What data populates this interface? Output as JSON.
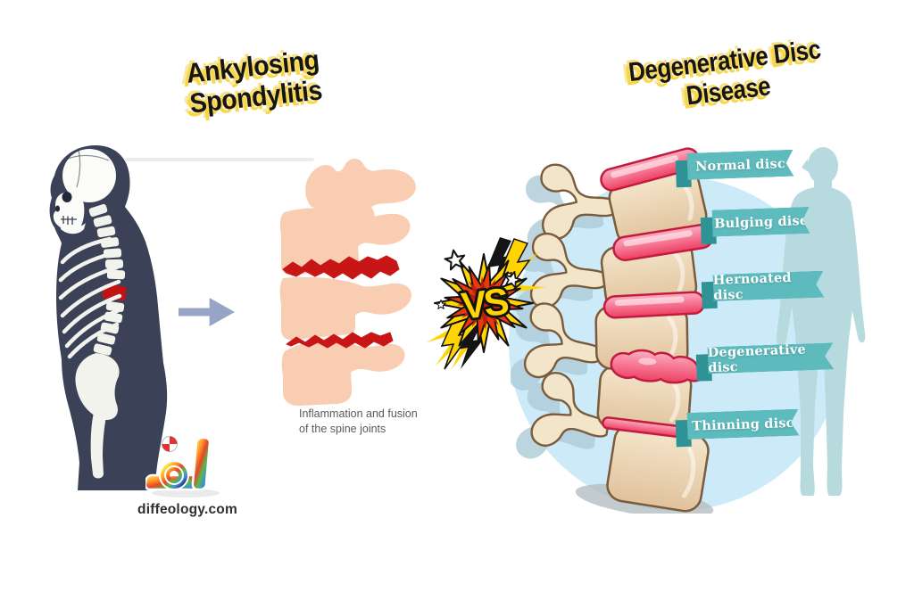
{
  "left_section": {
    "title": {
      "line1": "Ankylosing",
      "line2": "Spondylitis"
    },
    "caption": {
      "line1": "Inflammation and fusion",
      "line2": "of the spine joints"
    }
  },
  "vs_badge": {
    "label": "VS"
  },
  "right_section": {
    "title": {
      "line1": "Degenerative Disc",
      "line2": "Disease"
    },
    "disc_labels": [
      {
        "label": "Normal disc"
      },
      {
        "label": "Bulging disc"
      },
      {
        "label": "Hernoated disc"
      },
      {
        "label": "Degenerative disc"
      },
      {
        "label": "Thinning disc"
      }
    ]
  },
  "branding": {
    "website": "diffeology.com"
  },
  "colors": {
    "title_highlight_yellow": "#f6d74c",
    "banner_teal": "#5dbabd",
    "banner_fold_teal": "#2f9396",
    "inflammation_red": "#c81616",
    "skeleton_navy": "#3b4156",
    "fused_spine_peach": "#f9cdb2",
    "vertebra_tan": "#ecd6b8",
    "disc_pink": "#ee3e62",
    "background_circle_blue": "#cdeaf8",
    "body_silhouette_teal": "#b7dade",
    "arrow_blue_gray": "#96a5c6",
    "vs_yellow": "#ffd400",
    "vs_burst_red": "#e8380d"
  },
  "icons": {
    "arrow_right": "arrow-right-icon",
    "vs_burst": "vs-burst-icon",
    "lightning_bolt": "lightning-bolt-icon",
    "star": "star-icon"
  }
}
